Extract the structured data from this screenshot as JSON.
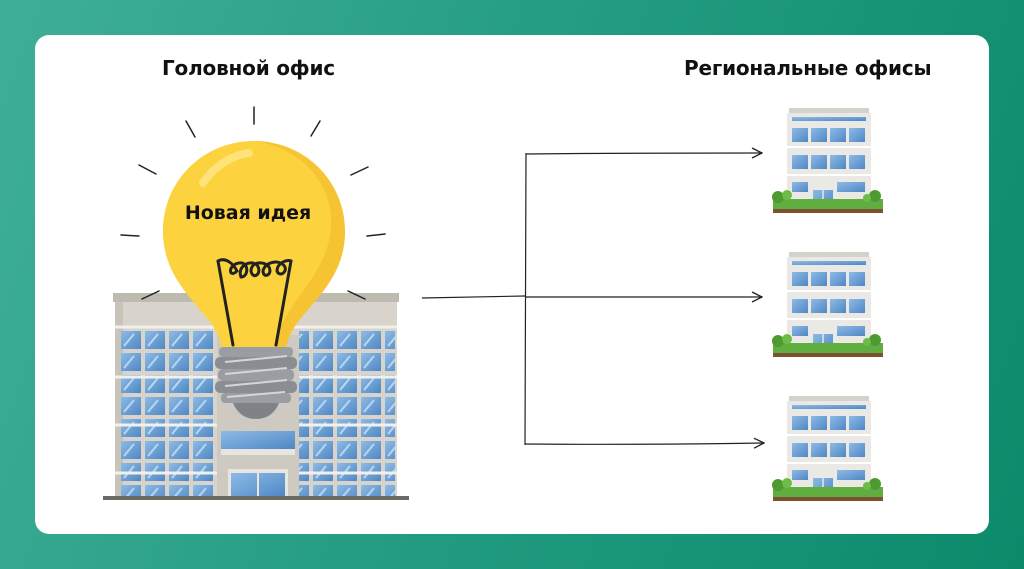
{
  "head_office": {
    "title": "Головной офис",
    "idea_label": "Новая идея"
  },
  "regional_offices": {
    "title": "Региональные офисы",
    "count": 3
  },
  "colors": {
    "background_start": "#3fae98",
    "background_end": "#0c8a6a",
    "card": "#ffffff",
    "bulb": "#fcd33f",
    "bulb_shade": "#f2b92c",
    "window": "#6fa3d8",
    "building_wall": "#d8d4cc",
    "grass": "#5fae3f",
    "arrow": "#222222"
  },
  "icons": [
    "lightbulb-icon",
    "head-office-building-icon",
    "regional-office-building-icon",
    "arrow-icon"
  ]
}
